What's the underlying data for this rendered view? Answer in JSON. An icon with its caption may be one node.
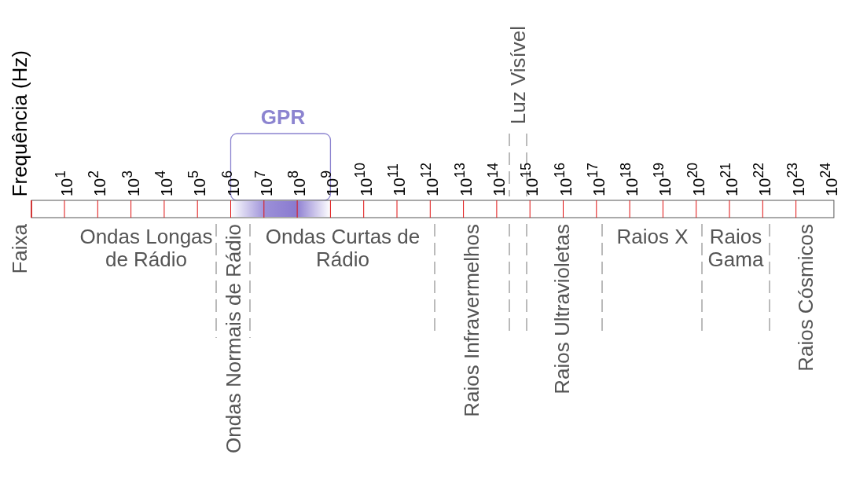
{
  "diagram": {
    "labels": [
      "Frequência (Hz)",
      "Luz Visível",
      "GPR",
      "10$^{1}$",
      "10$^{2}$",
      "10$^{3}$",
      "10$^{4}$",
      "10$^{5}$",
      "10$^{6}$",
      "10$^{7}$",
      "10$^{8}$",
      "10$^{9}$",
      "10$^{10}$",
      "10$^{11}$",
      "10$^{12}$",
      "10$^{13}$",
      "10$^{14}$",
      "10$^{15}$",
      "10$^{16}$",
      "10$^{17}$",
      "10$^{18}$",
      "10$^{19}$",
      "10$^{20}$",
      "10$^{21}$",
      "10$^{22}$",
      "10$^{23}$",
      "10$^{24}$",
      "Faixa",
      "Ondas Longas de Rádio",
      "Ondas Normais de Rádio",
      "Ondas Curtas de Rádio",
      "Raios Infravermelhos",
      "Raios Ultravioletas",
      "Raios X",
      "Raios Gama",
      "Raios Cósmicos"
    ]
  }
}
